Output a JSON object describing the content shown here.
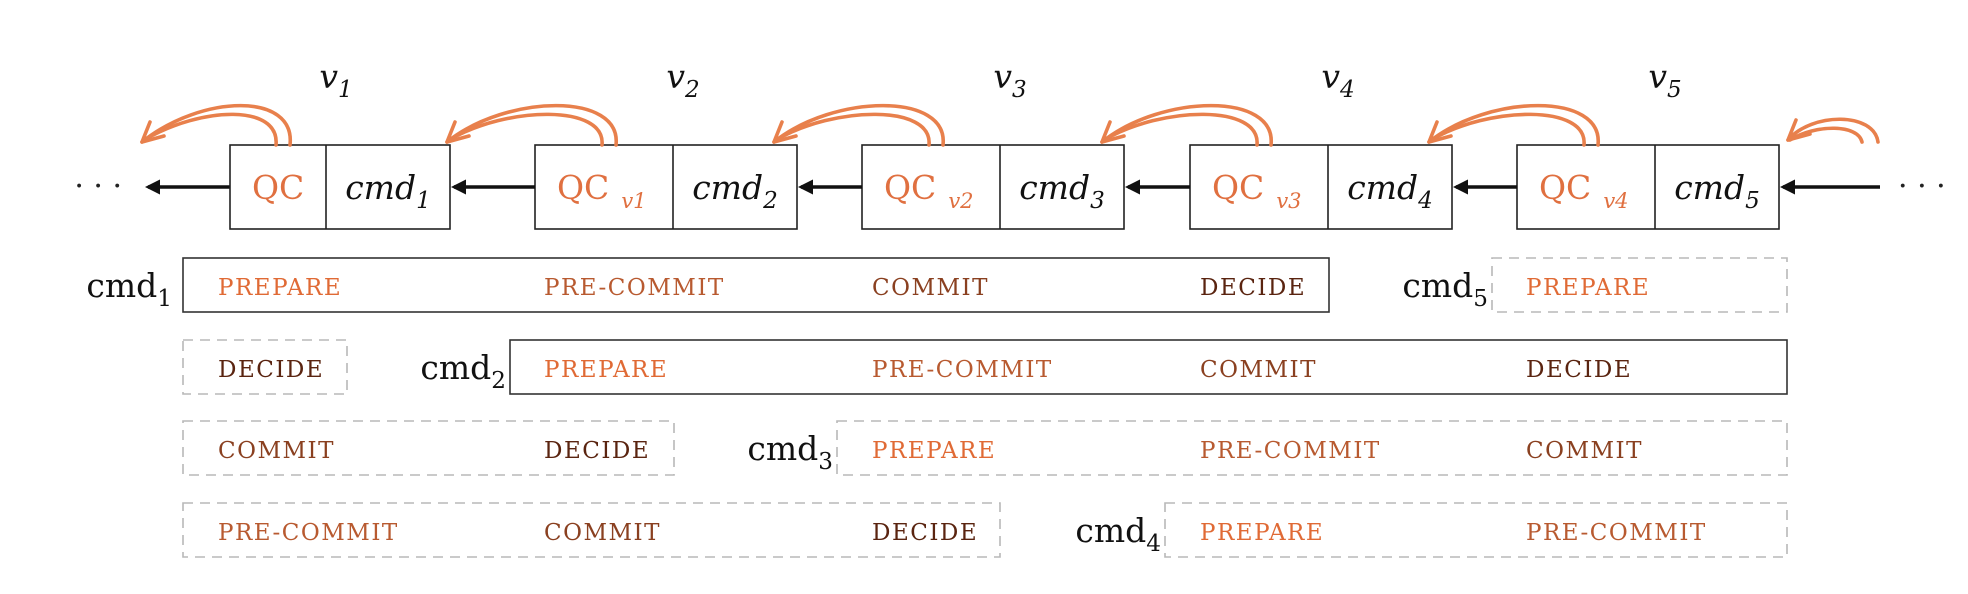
{
  "colors": {
    "qc": "#e07040",
    "arc": "#e8804c",
    "prepare": "#e06a35",
    "precommit": "#b85a30",
    "commit": "#8a4020",
    "decide": "#5a2410"
  },
  "chain": {
    "dots_left": "· · ·",
    "dots_right": "· · ·",
    "blocks": [
      {
        "view": "v",
        "view_sub": "1",
        "qc": "QC",
        "qc_sub": "",
        "cmd": "cmd",
        "cmd_sub": "1"
      },
      {
        "view": "v",
        "view_sub": "2",
        "qc": "QC",
        "qc_sub": "v1",
        "cmd": "cmd",
        "cmd_sub": "2"
      },
      {
        "view": "v",
        "view_sub": "3",
        "qc": "QC",
        "qc_sub": "v2",
        "cmd": "cmd",
        "cmd_sub": "3"
      },
      {
        "view": "v",
        "view_sub": "4",
        "qc": "QC",
        "qc_sub": "v3",
        "cmd": "cmd",
        "cmd_sub": "4"
      },
      {
        "view": "v",
        "view_sub": "5",
        "qc": "QC",
        "qc_sub": "v4",
        "cmd": "cmd",
        "cmd_sub": "5"
      }
    ]
  },
  "rows": [
    {
      "segments": [
        {
          "label": "cmd",
          "label_sub": "1",
          "style": "solid",
          "phases": [
            "PREPARE",
            "PRE-COMMIT",
            "COMMIT",
            "DECIDE"
          ]
        },
        {
          "label": "cmd",
          "label_sub": "5",
          "style": "dashed",
          "phases": [
            "PREPARE"
          ]
        }
      ]
    },
    {
      "segments": [
        {
          "label": "",
          "label_sub": "",
          "style": "dashed",
          "phases": [
            "DECIDE"
          ]
        },
        {
          "label": "cmd",
          "label_sub": "2",
          "style": "solid",
          "phases": [
            "PREPARE",
            "PRE-COMMIT",
            "COMMIT",
            "DECIDE"
          ]
        }
      ]
    },
    {
      "segments": [
        {
          "label": "",
          "label_sub": "",
          "style": "dashed",
          "phases": [
            "COMMIT",
            "DECIDE"
          ]
        },
        {
          "label": "cmd",
          "label_sub": "3",
          "style": "dashed",
          "phases": [
            "PREPARE",
            "PRE-COMMIT",
            "COMMIT"
          ]
        }
      ]
    },
    {
      "segments": [
        {
          "label": "",
          "label_sub": "",
          "style": "dashed",
          "phases": [
            "PRE-COMMIT",
            "COMMIT",
            "DECIDE"
          ]
        },
        {
          "label": "cmd",
          "label_sub": "4",
          "style": "dashed",
          "phases": [
            "PREPARE",
            "PRE-COMMIT"
          ]
        }
      ]
    }
  ]
}
